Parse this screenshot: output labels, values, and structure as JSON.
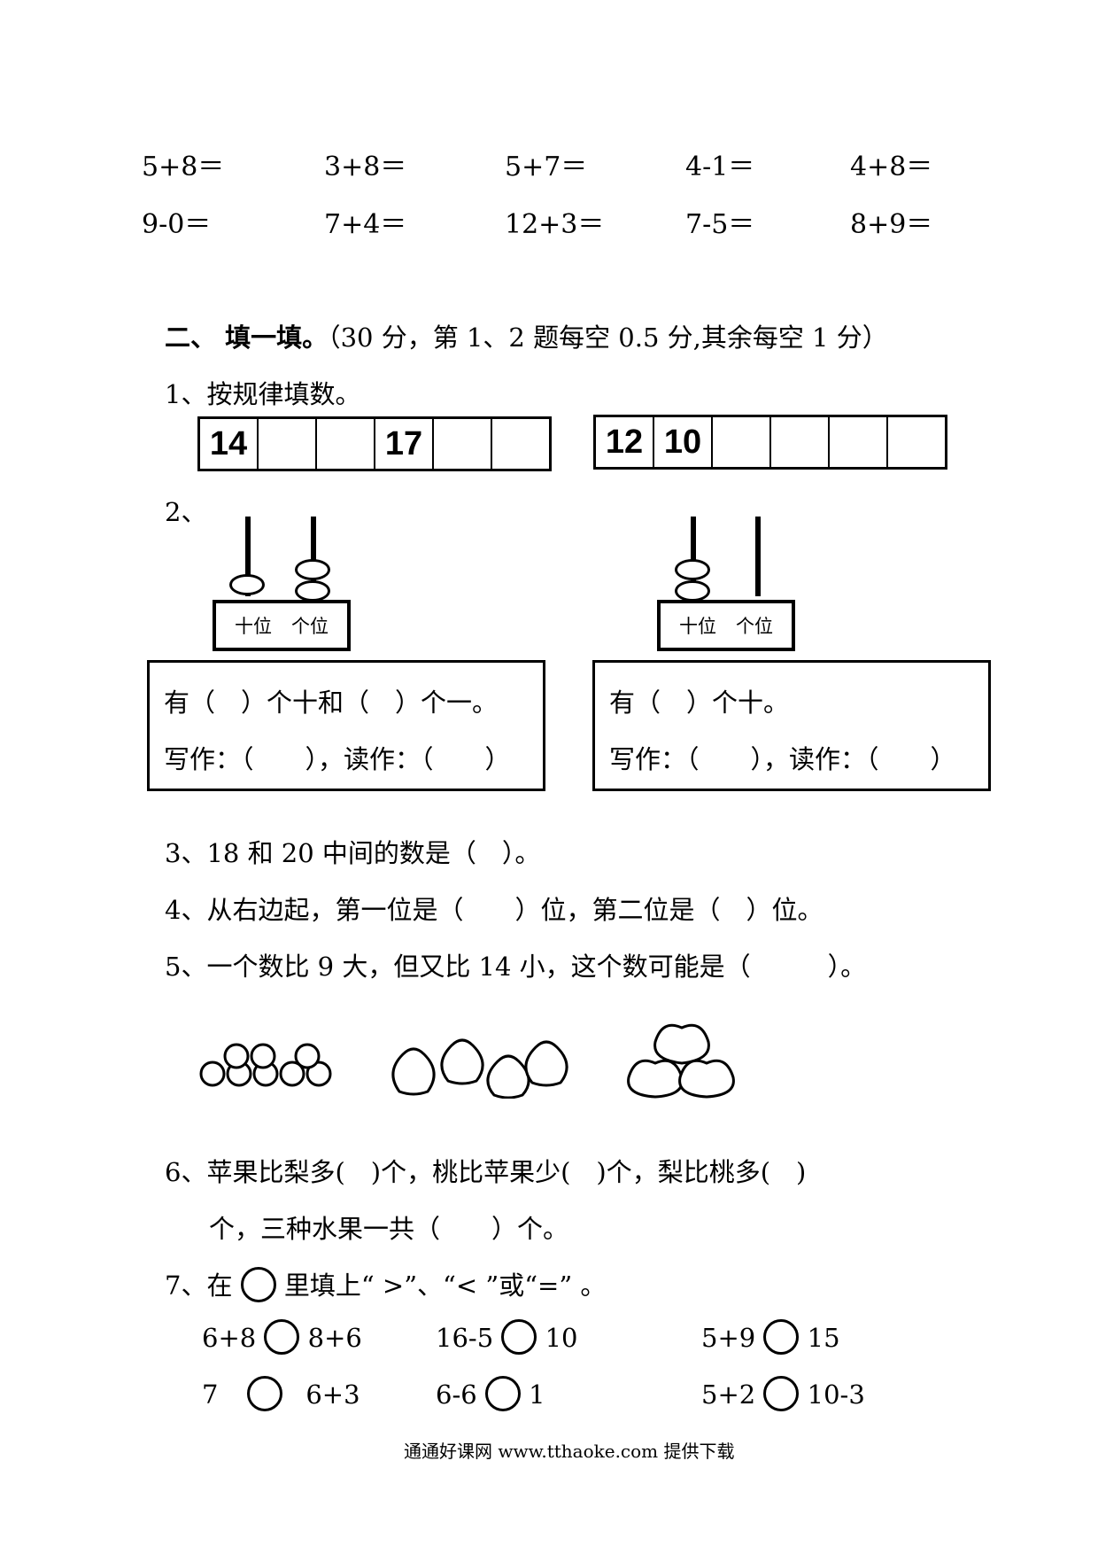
{
  "calc_rows": [
    [
      "5+8＝",
      "3+8＝",
      "5+7＝",
      "4-1＝",
      "4+8＝"
    ],
    [
      "9-0＝",
      "7+4＝",
      "12+3＝",
      "7-5＝",
      "8+9＝"
    ]
  ],
  "section2": {
    "heading": "二、 填一填。",
    "score_note": "（30 分，第 1、2 题每空 0.5 分,其余每空 1 分）"
  },
  "q1": {
    "label": "1、按规律填数。",
    "seq_a": [
      "14",
      "",
      "",
      "17",
      "",
      ""
    ],
    "seq_b": [
      "12",
      "10",
      "",
      "",
      "",
      ""
    ]
  },
  "q2": {
    "label": "2、",
    "abacus_left": {
      "tens_label": "十位",
      "ones_label": "个位",
      "tens_beads": 1,
      "ones_beads": 2
    },
    "abacus_right": {
      "tens_label": "十位",
      "ones_label": "个位",
      "tens_beads": 2,
      "ones_beads": 0
    },
    "left_line1": "有（　）个十和（　）个一。",
    "left_line2": "写作：（　　），读作：（　　）",
    "right_line1": "有（　）个十。",
    "right_line2": "写作：（　　），读作：（　　）"
  },
  "q3": "3、18 和 20 中间的数是（　）。",
  "q4": "4、从右边起，第一位是（　　）位，第二位是（　）位。",
  "q5": "5、一个数比 9 大，但又比 14 小，这个数可能是（　　　）。",
  "fruits": {
    "apples": 8,
    "pears": 4,
    "peaches": 3
  },
  "q6_line1": "6、苹果比梨多(　)个，桃比苹果少(　)个，梨比桃多(　)",
  "q6_line2": "个，三种水果一共（　　）个。",
  "q7": {
    "prefix": "7、在",
    "suffix": "里填上“ >”、“< ”或“=” 。"
  },
  "compare": [
    {
      "left": "6+8",
      "right": "8+6"
    },
    {
      "left": "16-5",
      "right": "10"
    },
    {
      "left": "5+9",
      "right": "15"
    },
    {
      "left": "7",
      "right": "6+3"
    },
    {
      "left": "6-6",
      "right": "1"
    },
    {
      "left": "5+2",
      "right": "10-3"
    }
  ],
  "footer": "通通好课网  www.tthaoke.com  提供下载"
}
